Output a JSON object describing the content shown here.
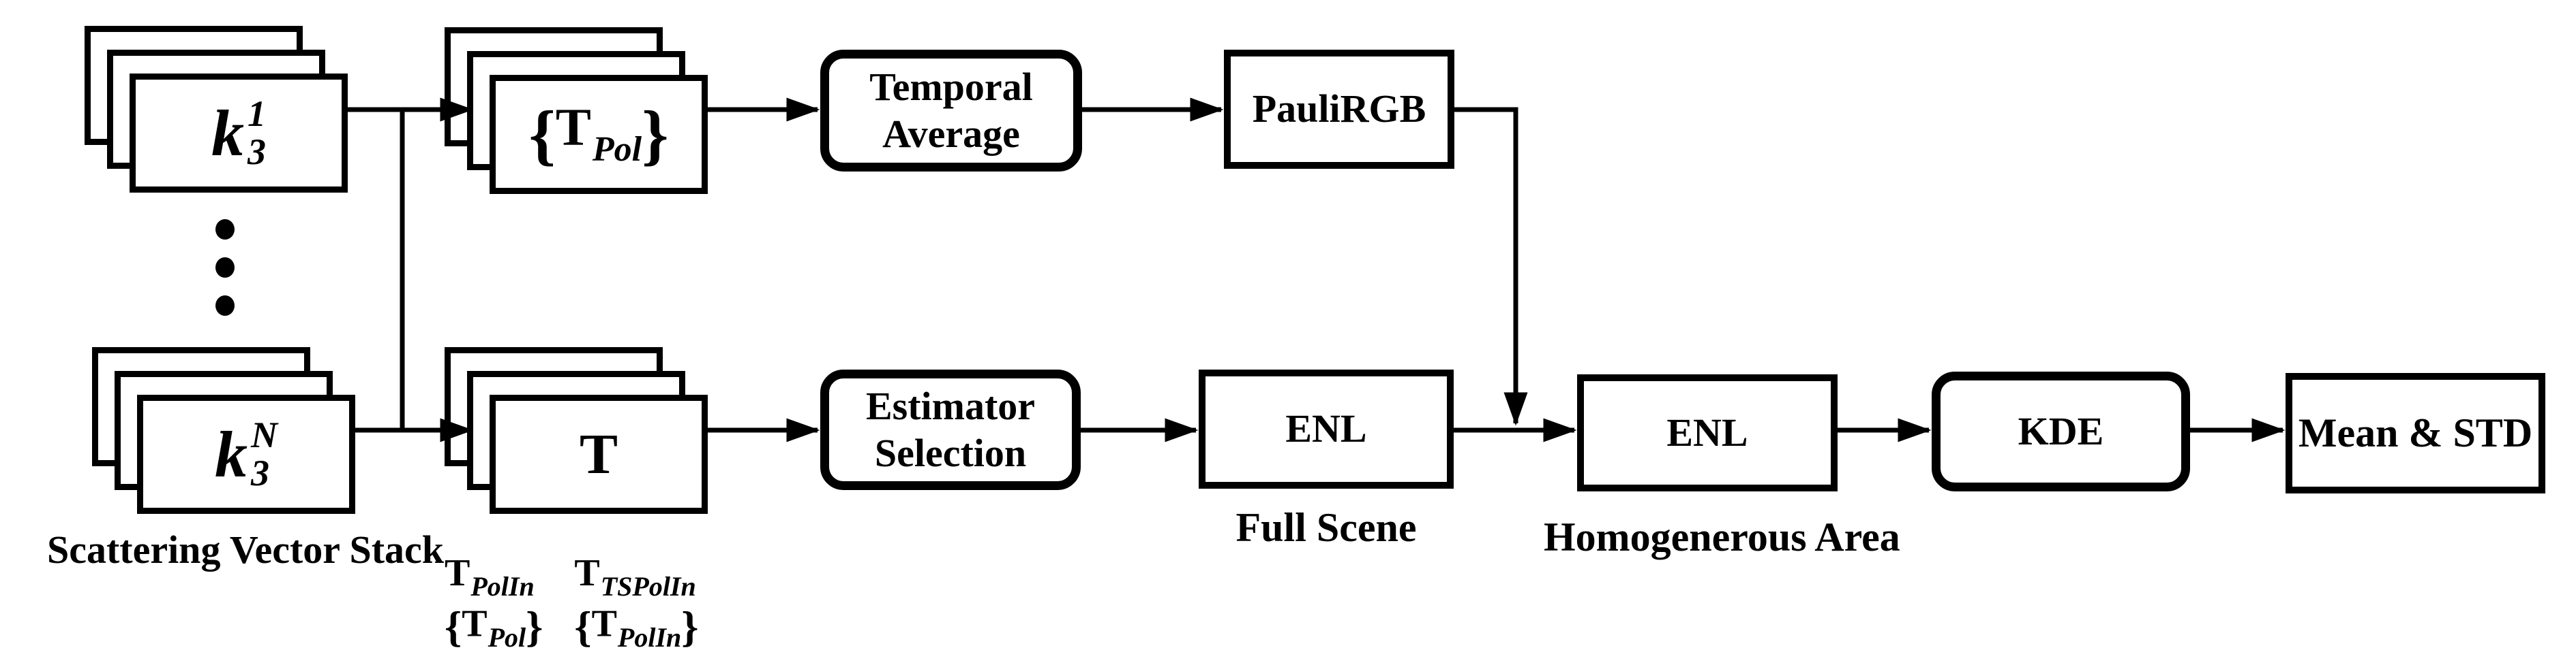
{
  "colors": {
    "ink": "#000000",
    "background": "#ffffff"
  },
  "stacks": {
    "k1": {
      "base": "k",
      "sup": "1",
      "sub": "3"
    },
    "kN": {
      "base": "k",
      "sup": "N",
      "sub": "3"
    },
    "tpol": {
      "open": "{",
      "base": "T",
      "sub": "Pol",
      "close": "}"
    },
    "t": {
      "base": "T"
    }
  },
  "captions": {
    "scattering": "Scattering Vector Stack",
    "full_scene": "Full Scene",
    "homogeneous": "Homogenerous Area"
  },
  "boxes": {
    "temporal_average": {
      "line1": "Temporal",
      "line2": "Average"
    },
    "pauli_rgb": {
      "label": "PauliRGB"
    },
    "estimator_selection": {
      "line1": "Estimator",
      "line2": "Selection"
    },
    "enl_full": {
      "label": "ENL"
    },
    "enl_homogeneous": {
      "label": "ENL"
    },
    "kde": {
      "label": "KDE"
    },
    "mean_std": {
      "label": "Mean & STD"
    }
  },
  "t_sublabels": {
    "r1c1": {
      "base": "T",
      "sub": "PolIn"
    },
    "r1c2": {
      "base": "T",
      "sub": "TSPolIn"
    },
    "r2c1": {
      "open": "{",
      "base": "T",
      "sub": "Pol",
      "close": "}"
    },
    "r2c2": {
      "open": "{",
      "base": "T",
      "sub": "PolIn",
      "close": "}"
    }
  }
}
